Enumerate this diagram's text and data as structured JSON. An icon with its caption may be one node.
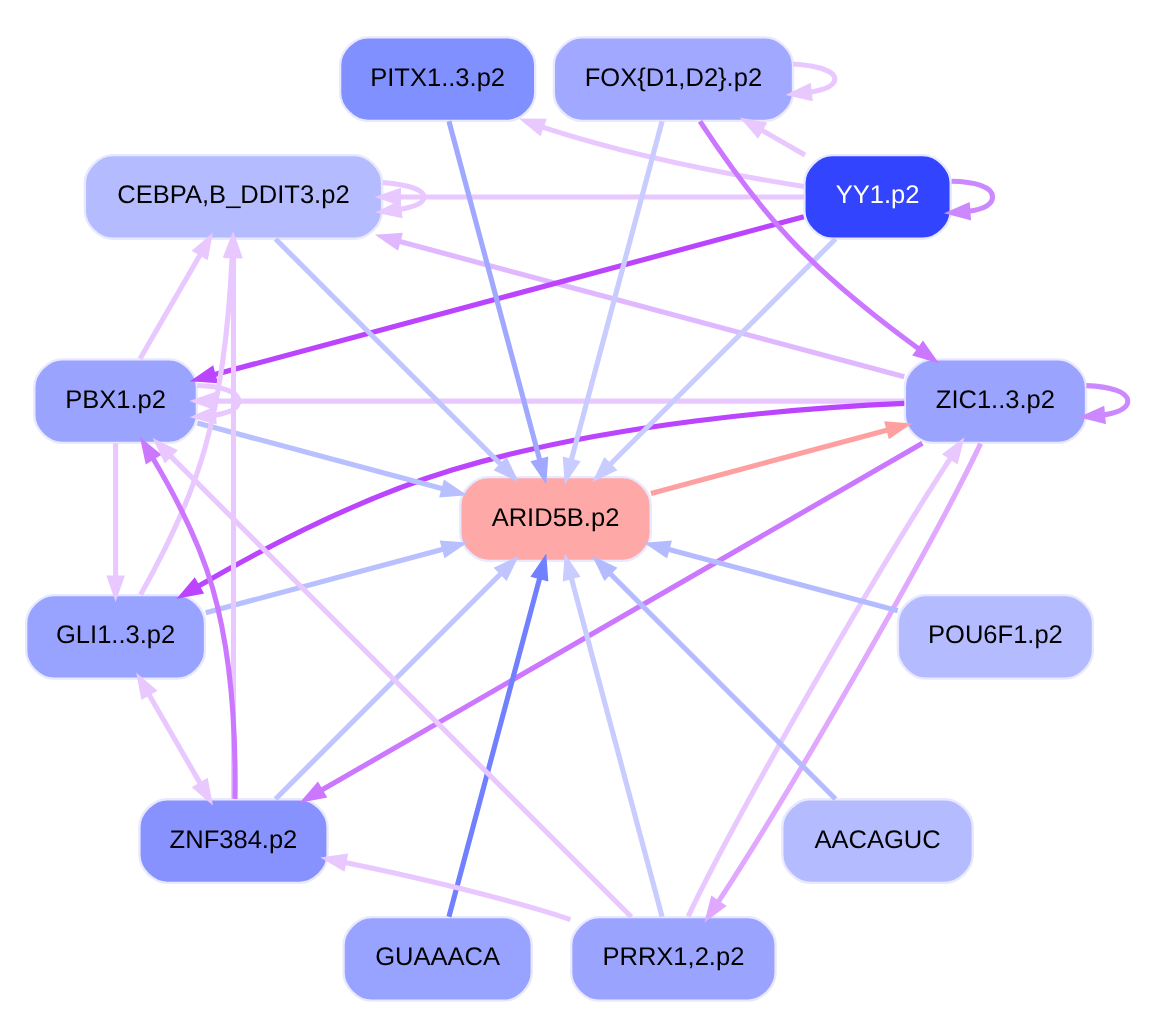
{
  "diagram": {
    "nodes": [
      {
        "text": [
          "PITX1..3.p2"
        ]
      },
      {
        "text": [
          "FOX{D1,D2}.p2"
        ]
      },
      {
        "text": [
          "CEBPA,B_DDIT3.p2"
        ]
      },
      {
        "text": [
          "YY1.p2"
        ]
      },
      {
        "text": [
          "PBX1.p2"
        ]
      },
      {
        "text": [
          "ARID5B.p2"
        ]
      },
      {
        "text": [
          "ZIC1..3.p2"
        ]
      },
      {
        "text": [
          "GLI1..3.p2"
        ]
      },
      {
        "text": [
          "POU6F1.p2"
        ]
      },
      {
        "text": [
          "ZNF384.p2"
        ]
      },
      {
        "text": [
          "AACAGUC"
        ]
      },
      {
        "text": [
          "GUAAACA"
        ]
      },
      {
        "text": [
          "PRRX1,2.p2"
        ]
      }
    ],
    "edges": [
      {
        "from": 0,
        "to": 5,
        "arrow": "to",
        "color": "#a0a8ff"
      },
      {
        "from": 1,
        "to": 1,
        "arrow": "to"
      },
      {
        "from": 1,
        "to": 5,
        "arrow": "to",
        "color": "#c8ccff"
      },
      {
        "from": 1,
        "to": 6,
        "arrow": "to",
        "color": "#cc77ff"
      },
      {
        "from": 3,
        "to": 3,
        "arrow": "to",
        "color": "#cc88ff"
      },
      {
        "from": 3,
        "to": 1,
        "arrow": "to"
      },
      {
        "from": 3,
        "to": 0,
        "arrow": "to"
      },
      {
        "from": 3,
        "to": 2,
        "arrow": "to"
      },
      {
        "from": 3,
        "to": 4,
        "arrow": "to",
        "color": "#bb44ff"
      },
      {
        "from": 3,
        "to": 5,
        "arrow": "to",
        "color": "#c8ccff"
      },
      {
        "from": 2,
        "to": 2,
        "arrow": "to"
      },
      {
        "from": 2,
        "to": 5,
        "arrow": "to",
        "color": "#c0c4ff"
      },
      {
        "from": 4,
        "to": 4,
        "arrow": "to"
      },
      {
        "from": 4,
        "to": 2,
        "arrow": "to"
      },
      {
        "from": 4,
        "to": 5,
        "arrow": "to",
        "color": "#b8c0ff"
      },
      {
        "from": 4,
        "to": 7,
        "arrow": "to"
      },
      {
        "from": 6,
        "to": 6,
        "arrow": "to",
        "color": "#cc88ff"
      },
      {
        "from": 6,
        "to": 2,
        "arrow": "to",
        "color": "#e0b8ff"
      },
      {
        "from": 6,
        "to": 4,
        "arrow": "to"
      },
      {
        "from": 6,
        "to": 7,
        "arrow": "to",
        "color": "#bb44ff"
      },
      {
        "from": 6,
        "to": 9,
        "arrow": "to",
        "color": "#cc77ff"
      },
      {
        "from": 6,
        "to": 12,
        "arrow": "to",
        "color": "#e0a8ff"
      },
      {
        "from": 5,
        "to": 6,
        "arrow": "to",
        "color": "#ffa0a0"
      },
      {
        "from": 7,
        "to": 2,
        "arrow": "to"
      },
      {
        "from": 7,
        "to": 5,
        "arrow": "to",
        "color": "#b8c0ff"
      },
      {
        "from": 7,
        "to": 9,
        "arrow": "both"
      },
      {
        "from": 9,
        "to": 2,
        "arrow": "to"
      },
      {
        "from": 9,
        "to": 4,
        "arrow": "to",
        "color": "#cc77ff"
      },
      {
        "from": 9,
        "to": 5,
        "arrow": "to",
        "color": "#c0c4ff"
      },
      {
        "from": 8,
        "to": 5,
        "arrow": "to",
        "color": "#b4bcff"
      },
      {
        "from": 10,
        "to": 5,
        "arrow": "to",
        "color": "#b4bcff"
      },
      {
        "from": 11,
        "to": 5,
        "arrow": "to",
        "color": "#7080ff"
      },
      {
        "from": 12,
        "to": 5,
        "arrow": "to",
        "color": "#c8ccff"
      },
      {
        "from": 12,
        "to": 9,
        "arrow": "to"
      },
      {
        "from": 12,
        "to": 4,
        "arrow": "to"
      },
      {
        "from": 12,
        "to": 6,
        "arrow": "to"
      }
    ]
  }
}
